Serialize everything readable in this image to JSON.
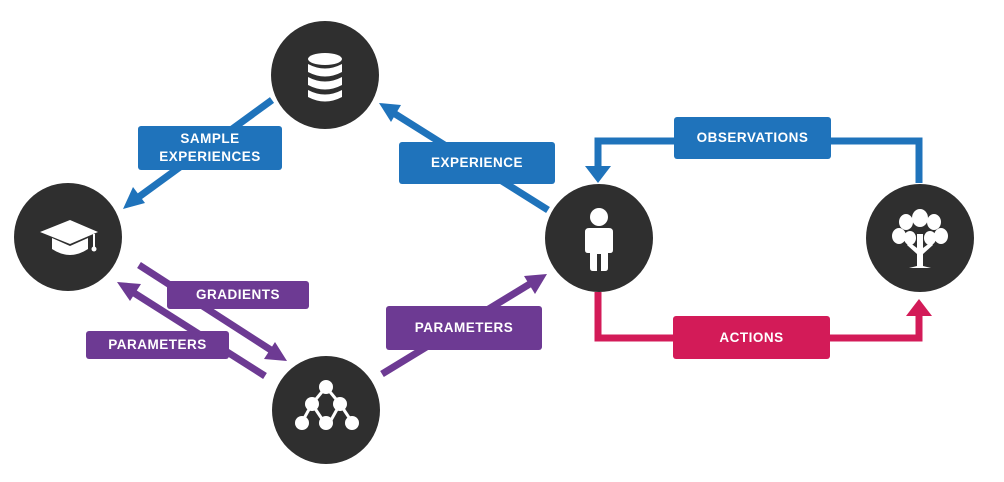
{
  "colors": {
    "blue": "#1f73bb",
    "purple": "#6d3a93",
    "red": "#d31b58",
    "node": "#2f2f2f"
  },
  "nodes": {
    "replay_memory": {
      "icon": "database-icon"
    },
    "learner": {
      "icon": "graduation-cap-icon"
    },
    "network": {
      "icon": "network-tree-icon"
    },
    "agent": {
      "icon": "person-icon"
    },
    "environment": {
      "icon": "tree-icon"
    }
  },
  "labels": {
    "sample_experiences_line1": "SAMPLE",
    "sample_experiences_line2": "EXPERIENCES",
    "experience": "EXPERIENCE",
    "observations": "OBSERVATIONS",
    "gradients": "GRADIENTS",
    "parameters_left": "PARAMETERS",
    "parameters_right": "PARAMETERS",
    "actions": "ACTIONS"
  }
}
